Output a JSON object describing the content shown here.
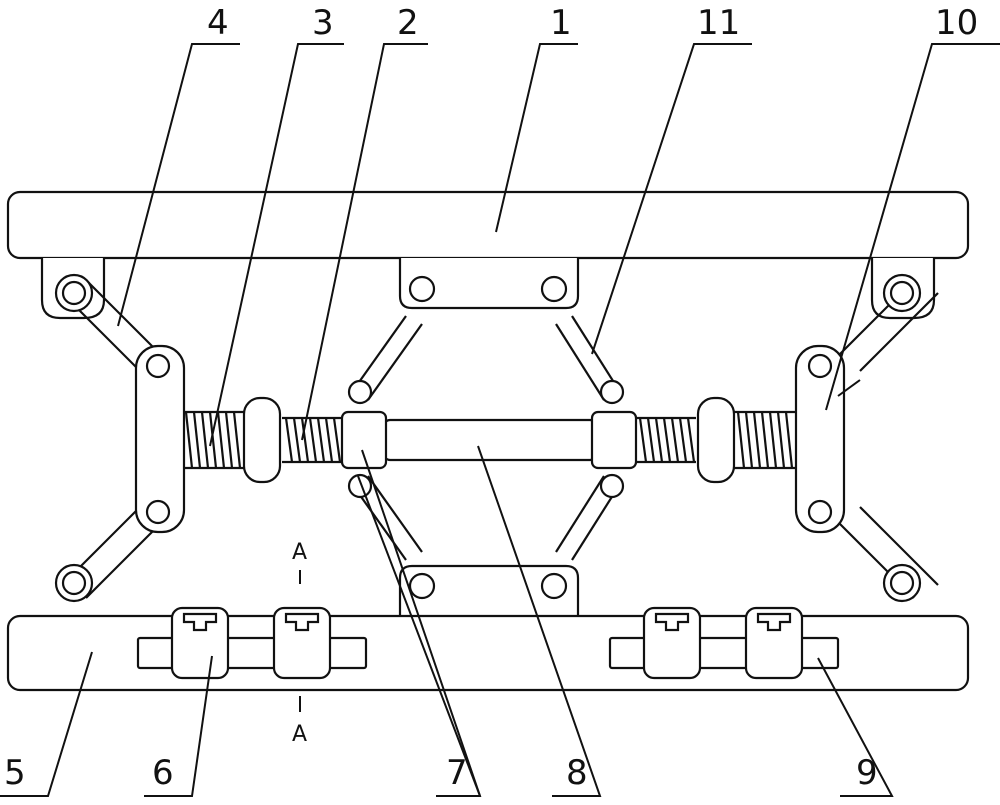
{
  "labels": {
    "l1": "1",
    "l2": "2",
    "l3": "3",
    "l4": "4",
    "l5": "5",
    "l6": "6",
    "l7": "7",
    "l8": "8",
    "l9": "9",
    "l10": "10",
    "l11": "11"
  },
  "section_marks": {
    "top": "A",
    "bottom": "A"
  }
}
